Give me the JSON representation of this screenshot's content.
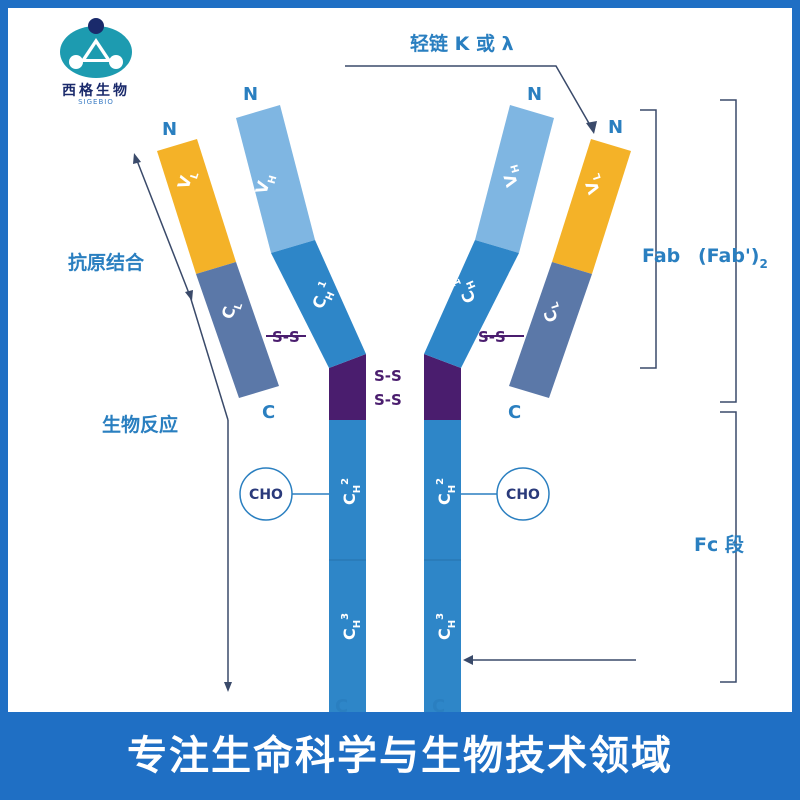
{
  "logo": {
    "name": "西格生物",
    "sub": "SIGEBIO"
  },
  "labels": {
    "top": "轻链 K 或 λ",
    "n_left_heavy": "N",
    "n_left_light": "N",
    "n_right_heavy": "N",
    "n_right_light": "N",
    "c_left_light": "C",
    "c_right_light": "C",
    "c_bottom_left": "C",
    "c_bottom_right": "C",
    "antigen_binding": "抗原结合",
    "bio_reaction": "生物反应",
    "fab": "Fab",
    "fab2_main": "(Fab')",
    "fab2_sub": "2",
    "fc": "Fc 段",
    "cho": "CHO",
    "ss": "S-S",
    "vh": "V",
    "vh_sub": "H",
    "vl": "V",
    "vl_sub": "L",
    "ch1": "C",
    "ch1_sub": "H",
    "ch1_sup": "1",
    "cl": "C",
    "cl_sub": "L",
    "ch2": "C",
    "ch2_sub": "H",
    "ch2_sup": "2",
    "ch3": "C",
    "ch3_sub": "H",
    "ch3_sup": "3"
  },
  "banner": "专注生命科学与生物技术领域",
  "colors": {
    "frame": "#1f6fc4",
    "vh": "#7fb6e2",
    "ch": "#2e86c8",
    "hinge": "#4a1d6e",
    "vl": "#f4b228",
    "cl": "#5b78a8",
    "label": "#2a7fc0",
    "ss": "#4a1d6e"
  }
}
